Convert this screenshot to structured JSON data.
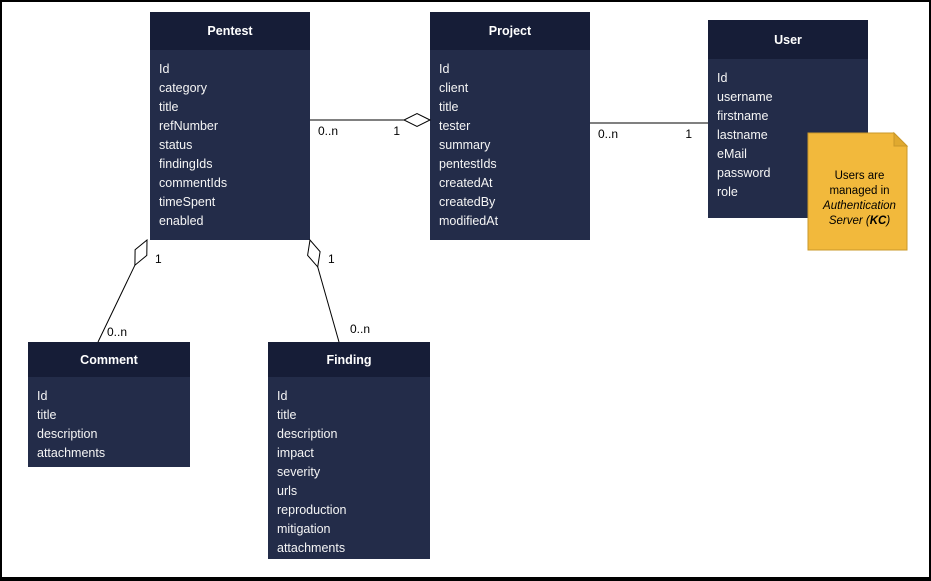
{
  "diagram": {
    "type": "uml-entity-diagram",
    "background": "#ffffff",
    "frame_color": "#000000"
  },
  "colors": {
    "entity_header": "#161d37",
    "entity_body": "#232c49",
    "entity_text": "#f5f5f5",
    "connector": "#000000",
    "note_fill": "#f2b93c",
    "note_border": "#c9982a"
  },
  "entities": [
    {
      "title": "Pentest",
      "fields": [
        "Id",
        "category",
        "title",
        "refNumber",
        "status",
        "findingIds",
        "commentIds",
        "timeSpent",
        "enabled"
      ]
    },
    {
      "title": "Project",
      "fields": [
        "Id",
        "client",
        "title",
        "tester",
        "summary",
        "pentestIds",
        "createdAt",
        "createdBy",
        "modifiedAt"
      ]
    },
    {
      "title": "User",
      "fields": [
        "Id",
        "username",
        "firstname",
        "lastname",
        "eMail",
        "password",
        "role"
      ]
    },
    {
      "title": "Comment",
      "fields": [
        "Id",
        "title",
        "description",
        "attachments"
      ]
    },
    {
      "title": "Finding",
      "fields": [
        "Id",
        "title",
        "description",
        "impact",
        "severity",
        "urls",
        "reproduction",
        "mitigation",
        "attachments"
      ]
    }
  ],
  "relationships": [
    {
      "from": "Pentest",
      "to": "Project",
      "from_label": "0..n",
      "to_label": "1",
      "type": "aggregation"
    },
    {
      "from": "Project",
      "to": "User",
      "from_label": "0..n",
      "to_label": "1",
      "type": "association"
    },
    {
      "from": "Pentest",
      "to": "Comment",
      "from_label": "1",
      "to_label": "0..n",
      "type": "aggregation"
    },
    {
      "from": "Pentest",
      "to": "Finding",
      "from_label": "1",
      "to_label": "0..n",
      "type": "aggregation"
    }
  ],
  "note": {
    "line1": "Users are",
    "line2": "managed in",
    "line3": "Authentication",
    "line4_pre": "Server (",
    "line4_kc": "KC",
    "line4_post": ")"
  }
}
